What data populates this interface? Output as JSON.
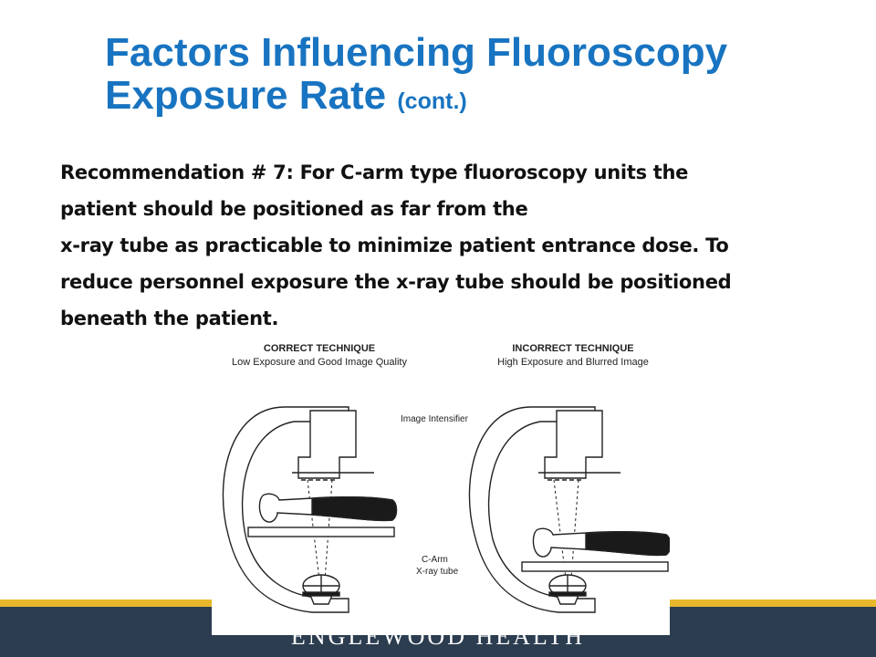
{
  "slide": {
    "title_line1": "Factors Influencing Fluoroscopy",
    "title_line2": "Exposure Rate",
    "title_suffix": "(cont.)",
    "body_lines": [
      "Recommendation # 7:  For C-arm type fluoroscopy units the",
      "patient should be positioned as far from the",
      "x-ray tube as practicable to minimize patient entrance dose.  To",
      "reduce personnel exposure the x-ray tube should be positioned",
      "beneath the patient."
    ],
    "footer_brand": "ENGLEWOOD HEALTH"
  },
  "figure": {
    "left_heading": "CORRECT TECHNIQUE",
    "left_subheading": "Low Exposure and Good Image Quality",
    "right_heading": "INCORRECT TECHNIQUE",
    "right_subheading": "High Exposure and Blurred Image",
    "label_intensifier": "Image Intensifier",
    "label_carm": "C-Arm",
    "label_tube": "X-ray tube"
  },
  "colors": {
    "title": "#1874c1",
    "footer_bar": "#2c3d50",
    "footer_stripe": "#e7b82c"
  }
}
